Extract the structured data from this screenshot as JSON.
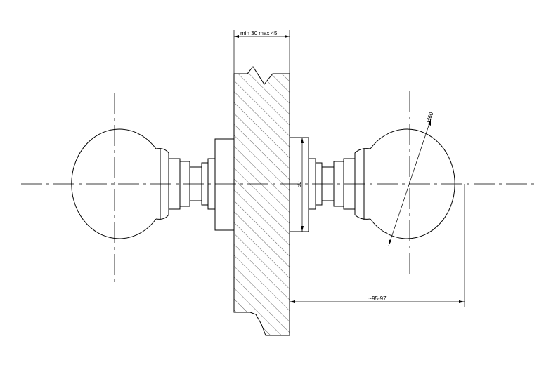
{
  "dimensions": {
    "wall_thickness": "min 30 max 45",
    "rose_height": "50",
    "knob_diameter": "Ø60",
    "projection": "~95-97"
  }
}
